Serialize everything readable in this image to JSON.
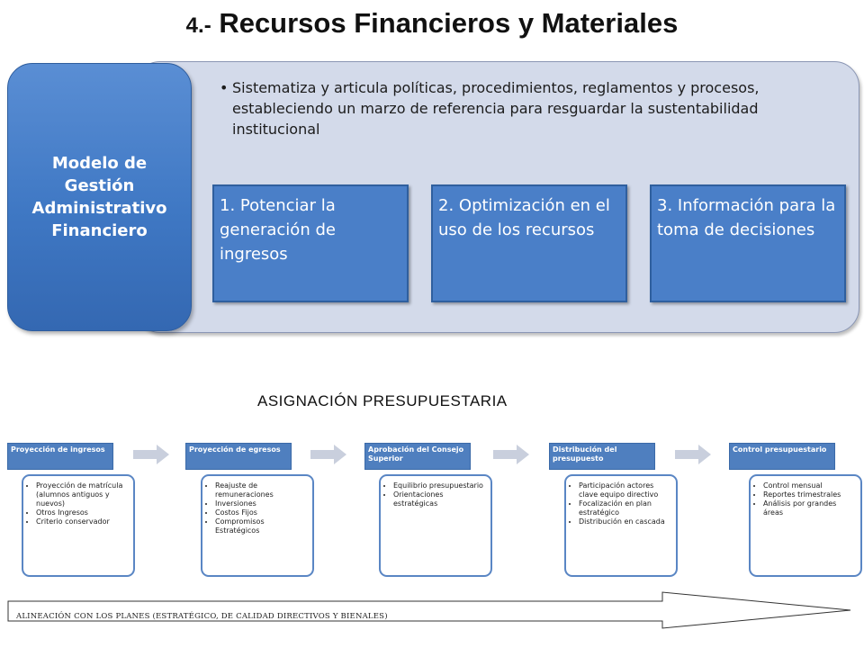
{
  "title": {
    "number": "4.-",
    "text": "Recursos Financieros y Materiales"
  },
  "model": {
    "label": "Modelo de Gestión Administrativo Financiero"
  },
  "description": "Sistematiza y articula políticas, procedimientos, reglamentos y procesos, estableciendo un marzo de referencia para resguardar la sustentabilidad institucional",
  "objectives": [
    "1. Potenciar la generación de ingresos",
    "2. Optimización en el uso de los recursos",
    "3. Información para la toma de decisiones"
  ],
  "budget": {
    "title": "ASIGNACIÓN PRESUPUESTARIA",
    "steps": [
      {
        "header": "Proyección de ingresos",
        "items": [
          "Proyección de matrícula (alumnos antiguos y nuevos)",
          "Otros Ingresos",
          "Criterio conservador"
        ]
      },
      {
        "header": "Proyección de egresos",
        "items": [
          "Reajuste de remuneraciones",
          "Inversiones",
          "Costos Fijos",
          "Compromisos Estratégicos"
        ]
      },
      {
        "header": "Aprobación del Consejo Superior",
        "items": [
          "Equilibrio presupuestario",
          "Orientaciones estratégicas"
        ]
      },
      {
        "header": "Distribución del presupuesto",
        "items": [
          "Participación actores clave equipo directivo",
          "Focalización en plan estratégico",
          "Distribución en cascada"
        ]
      },
      {
        "header": "Control presupuestario",
        "items": [
          "Control mensual",
          "Reportes trimestrales",
          "Análisis por grandes áreas"
        ]
      }
    ]
  },
  "alignment": "ALINEACIÓN CON LOS PLANES (ESTRATÉGICO, DE CALIDAD DIRECTIVOS Y BIENALES)",
  "colors": {
    "primary_blue": "#4a7fc8",
    "panel_bg": "#d3daea",
    "arrow_gray": "#c9cfdd"
  }
}
